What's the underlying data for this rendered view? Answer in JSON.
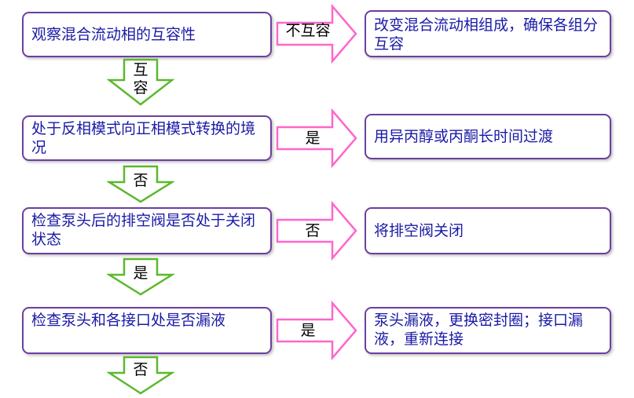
{
  "colors": {
    "box_border": "#6b3fa0",
    "box_text": "#1a1aa6",
    "right_arrow_fill": "#ffffff",
    "right_arrow_stroke": "#ff66cc",
    "down_arrow_fill": "#ffffff",
    "down_arrow_stroke": "#5cb82e"
  },
  "steps": [
    {
      "check": "观察混合流动相的互容性",
      "branch_label": "不互容",
      "action": "改变混合流动相组成，确保各组分互容",
      "continue_label": "互容"
    },
    {
      "check": "处于反相模式向正相模式转换的境况",
      "branch_label": "是",
      "action": "用异丙醇或丙酮长时间过渡",
      "continue_label": "否"
    },
    {
      "check": "检查泵头后的排空阀是否处于关闭状态",
      "branch_label": "否",
      "action": "将排空阀关闭",
      "continue_label": "是"
    },
    {
      "check": "检查泵头和各接口处是否漏液",
      "branch_label": "是",
      "action": "泵头漏液，更换密封圈；接口漏液，重新连接",
      "continue_label": "否"
    }
  ]
}
